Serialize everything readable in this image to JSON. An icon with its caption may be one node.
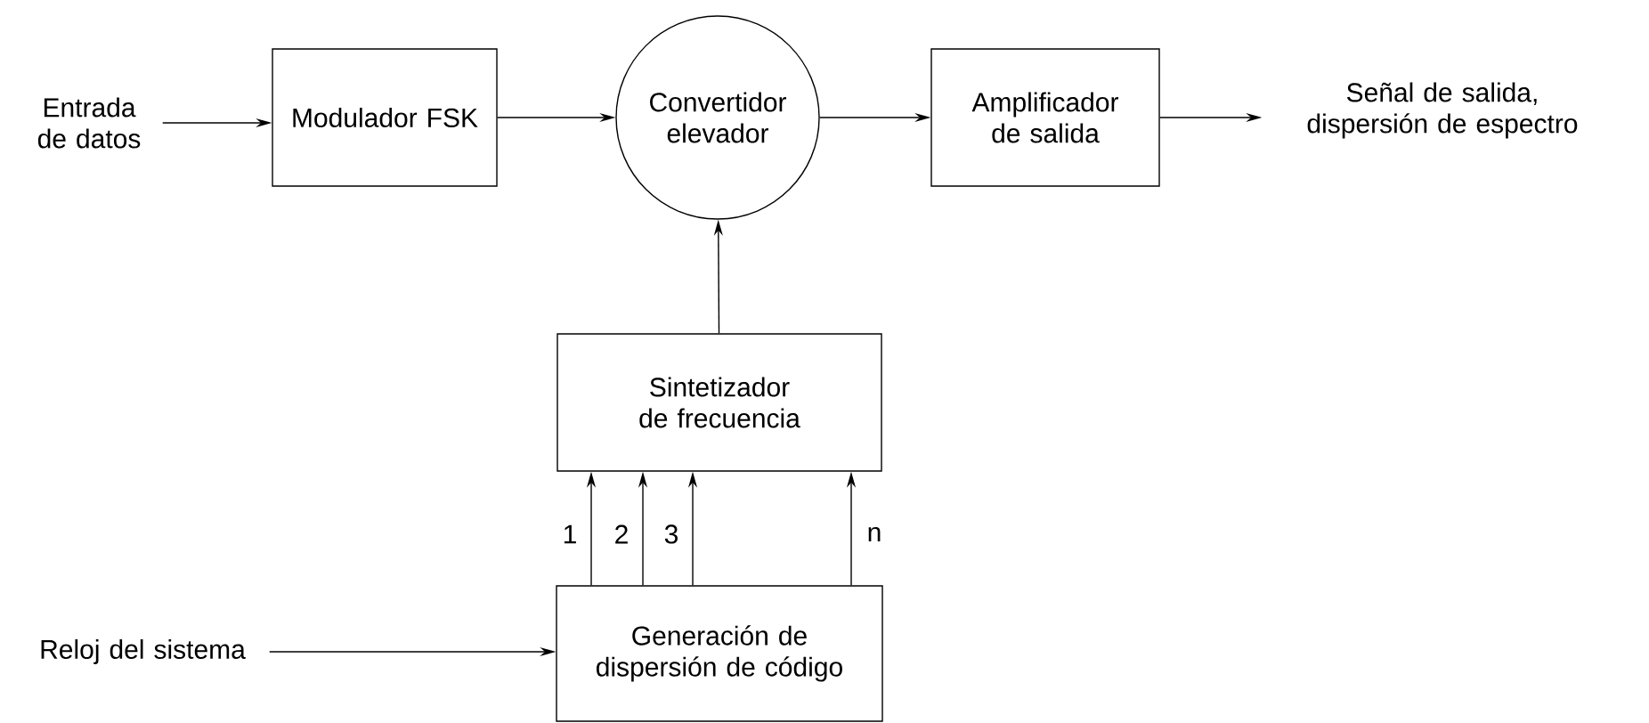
{
  "diagram": {
    "nodes": [
      {
        "text": [
          "Entrada de datos"
        ]
      },
      {
        "text": [
          "Modulador FSK"
        ]
      },
      {
        "text": [
          "Convertidor elevador"
        ]
      },
      {
        "text": [
          "Amplificador de salida"
        ]
      },
      {
        "text": [
          "Señal de salida, dispersión de espectro"
        ]
      },
      {
        "text": [
          "Sintetizador de frecuencia"
        ]
      },
      {
        "text": [
          "Generación de dispersión de código"
        ]
      },
      {
        "text": [
          "Reloj del sistema"
        ]
      }
    ],
    "edges": [
      {
        "from": 0,
        "to": 1,
        "arrow": "to"
      },
      {
        "from": 1,
        "to": 2,
        "arrow": "to"
      },
      {
        "from": 2,
        "to": 3,
        "arrow": "to"
      },
      {
        "from": 3,
        "to": 4,
        "arrow": "to"
      },
      {
        "from": 5,
        "to": 2,
        "arrow": "to"
      },
      {
        "from": 6,
        "to": 5,
        "arrow": "to",
        "label": "1"
      },
      {
        "from": 6,
        "to": 5,
        "arrow": "to",
        "label": "2"
      },
      {
        "from": 6,
        "to": 5,
        "arrow": "to",
        "label": "3"
      },
      {
        "from": 6,
        "to": 5,
        "arrow": "to",
        "label": "n"
      },
      {
        "from": 7,
        "to": 6,
        "arrow": "to"
      }
    ]
  }
}
